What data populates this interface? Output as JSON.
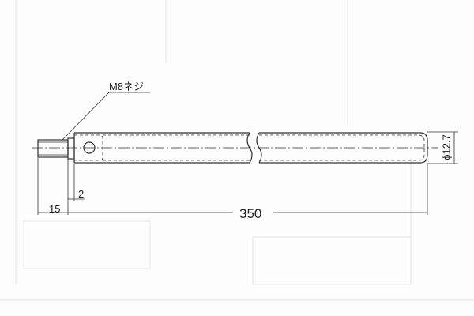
{
  "drawing": {
    "thread_label": "M8ネジ",
    "dim_thread_length": "15",
    "dim_shoulder": "2",
    "dim_total_length": "350",
    "dim_diameter": "ϕ12.7"
  },
  "colors": {
    "line": "#333333",
    "faint": "#e4e4e4"
  }
}
